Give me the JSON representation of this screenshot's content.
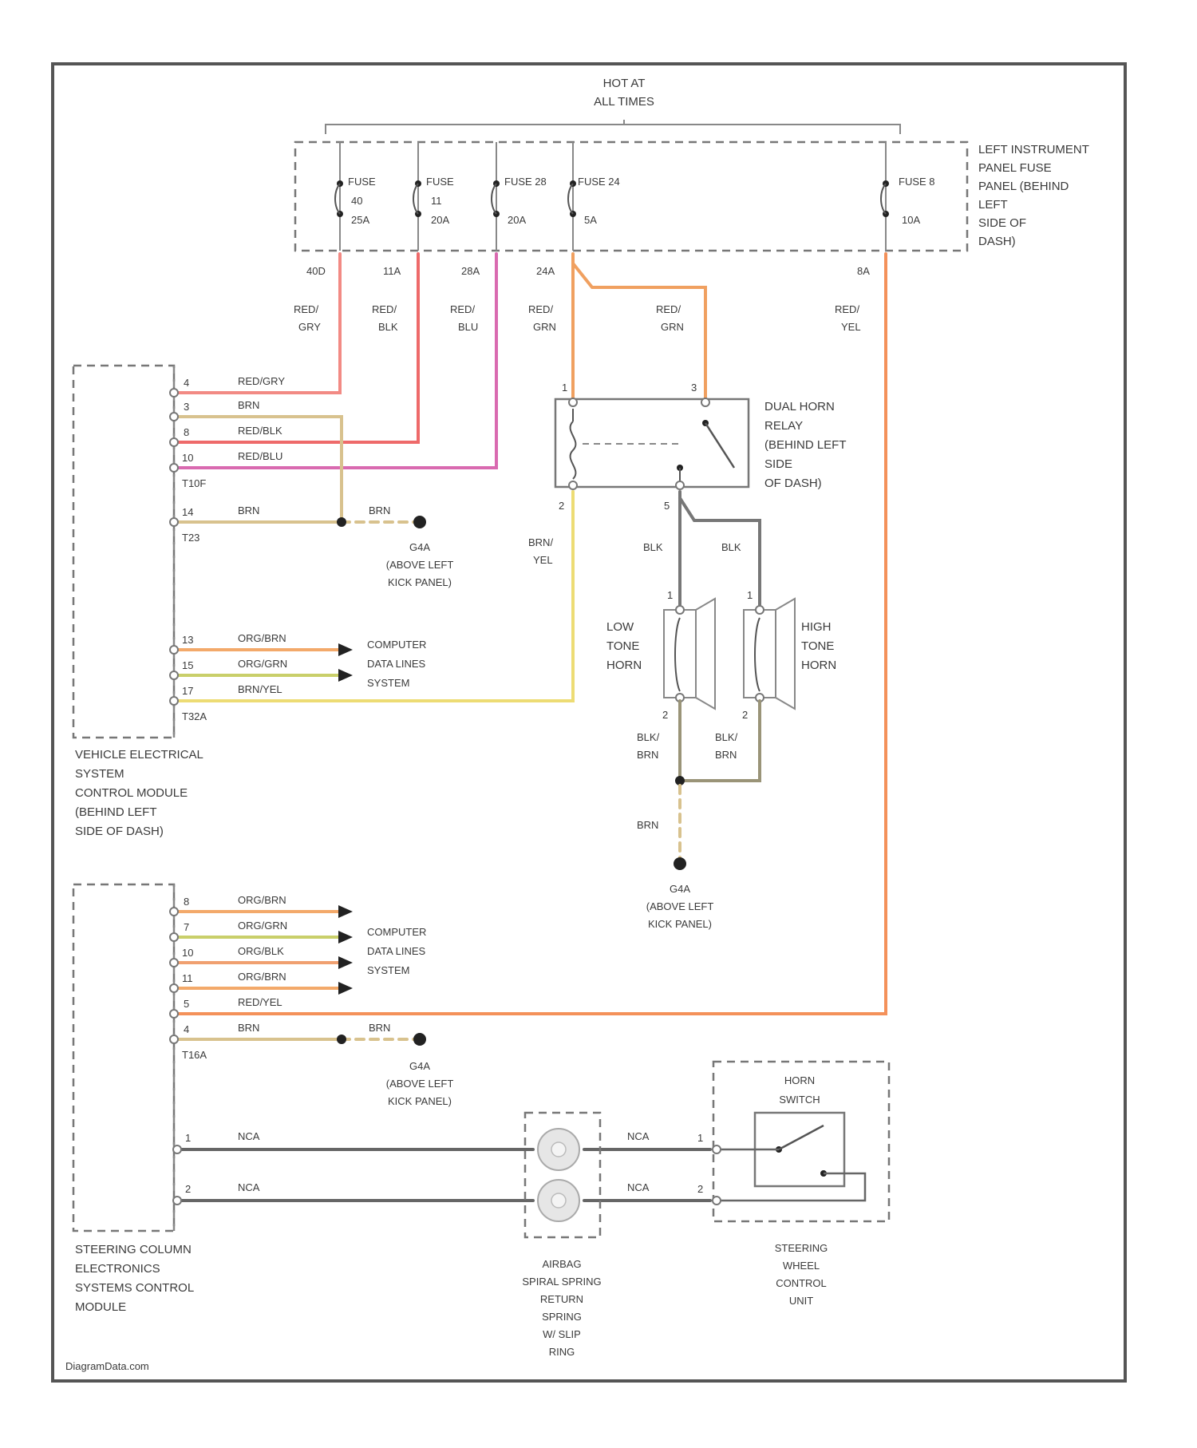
{
  "header": {
    "hot_label": [
      "HOT AT",
      "ALL TIMES"
    ]
  },
  "fuse_panel": {
    "label": [
      "LEFT INSTRUMENT",
      "PANEL FUSE",
      "PANEL (BEHIND",
      "LEFT",
      "SIDE OF",
      "DASH)"
    ],
    "fuses": [
      {
        "name": "FUSE",
        "number": "40",
        "rating": "25A",
        "terminal": "40D"
      },
      {
        "name": "FUSE",
        "number": "11",
        "rating": "20A",
        "terminal": "11A"
      },
      {
        "name": "FUSE 28",
        "number": "",
        "rating": "20A",
        "terminal": "28A"
      },
      {
        "name": "FUSE 24",
        "number": "",
        "rating": "5A",
        "terminal": "24A"
      },
      {
        "name": "FUSE 8",
        "number": "",
        "rating": "10A",
        "terminal": "8A"
      }
    ]
  },
  "wire_labels": {
    "fuse40": [
      "RED/",
      "GRY"
    ],
    "fuse11": [
      "RED/",
      "BLK"
    ],
    "fuse28": [
      "RED/",
      "BLU"
    ],
    "fuse24": [
      "RED/",
      "GRN"
    ],
    "fuse24b": [
      "RED/",
      "GRN"
    ],
    "fuse8": [
      "RED/",
      "YEL"
    ],
    "relay_out": [
      "BRN/",
      "YEL"
    ],
    "horn_feed_1": "BLK",
    "horn_feed_2": "BLK",
    "horn_gnd_1": [
      "BLK/",
      "BRN"
    ],
    "horn_gnd_2": [
      "BLK/",
      "BRN"
    ],
    "gnd_brn": "BRN"
  },
  "vesc": {
    "label": [
      "VEHICLE ELECTRICAL",
      "SYSTEM",
      "CONTROL MODULE",
      "(BEHIND LEFT",
      "SIDE OF DASH)"
    ],
    "pins_top": [
      {
        "pin": "4",
        "wire": "RED/GRY"
      },
      {
        "pin": "3",
        "wire": "BRN"
      },
      {
        "pin": "8",
        "wire": "RED/BLK"
      },
      {
        "pin": "10",
        "wire": "RED/BLU"
      }
    ],
    "conn_top": "T10F",
    "pins_mid": [
      {
        "pin": "14",
        "wire": "BRN"
      }
    ],
    "conn_mid": "T23",
    "pins_low": [
      {
        "pin": "13",
        "wire": "ORG/BRN"
      },
      {
        "pin": "15",
        "wire": "ORG/GRN"
      },
      {
        "pin": "17",
        "wire": "BRN/YEL"
      }
    ],
    "conn_low": "T32A"
  },
  "ground_g1": {
    "wire": "BRN",
    "label": [
      "G4A",
      "(ABOVE LEFT",
      "KICK PANEL)"
    ]
  },
  "ground_g2": {
    "label": [
      "G4A",
      "(ABOVE LEFT",
      "KICK PANEL)"
    ]
  },
  "ground_g3": {
    "wire": "BRN",
    "label": [
      "G4A",
      "(ABOVE LEFT",
      "KICK PANEL)"
    ]
  },
  "data_lines_1": [
    "COMPUTER",
    "DATA LINES",
    "SYSTEM"
  ],
  "data_lines_2": [
    "COMPUTER",
    "DATA LINES",
    "SYSTEM"
  ],
  "relay": {
    "label": [
      "DUAL HORN",
      "RELAY",
      "(BEHIND LEFT",
      "SIDE",
      "OF DASH)"
    ],
    "pins": [
      "1",
      "3",
      "2",
      "5"
    ]
  },
  "horns": {
    "low": [
      "LOW",
      "TONE",
      "HORN"
    ],
    "high": [
      "HIGH",
      "TONE",
      "HORN"
    ],
    "pins": [
      "1",
      "1",
      "2",
      "2"
    ]
  },
  "sccm": {
    "label": [
      "STEERING COLUMN",
      "ELECTRONICS",
      "SYSTEMS CONTROL",
      "MODULE"
    ],
    "pins": [
      {
        "pin": "8",
        "wire": "ORG/BRN"
      },
      {
        "pin": "7",
        "wire": "ORG/GRN"
      },
      {
        "pin": "10",
        "wire": "ORG/BLK"
      },
      {
        "pin": "11",
        "wire": "ORG/BRN"
      },
      {
        "pin": "5",
        "wire": "RED/YEL"
      },
      {
        "pin": "4",
        "wire": "BRN"
      }
    ],
    "conn": "T16A",
    "nca_pins": [
      {
        "pin": "1",
        "wire": "NCA"
      },
      {
        "pin": "2",
        "wire": "NCA"
      }
    ]
  },
  "clockspring": {
    "label": [
      "AIRBAG",
      "SPIRAL SPRING",
      "RETURN",
      "SPRING",
      "W/ SLIP",
      "RING"
    ],
    "out_wires": [
      "NCA",
      "NCA"
    ],
    "out_pins": [
      "1",
      "2"
    ]
  },
  "steering_unit": {
    "switch_label": [
      "HORN",
      "SWITCH"
    ],
    "label": [
      "STEERING",
      "WHEEL",
      "CONTROL",
      "UNIT"
    ]
  },
  "watermark": "DiagramData.com",
  "colors": {
    "red_gry": "#f28a84",
    "red_blk": "#ee6a6a",
    "red_blu": "#d96ab0",
    "red_grn": "#f0a060",
    "red_yel": "#f4915a",
    "brn": "#d8c28e",
    "brn_yel": "#eddc74",
    "org_brn": "#f3a96a",
    "org_grn": "#c9cf6a",
    "org_blk": "#f0a070",
    "blk": "#777777",
    "blk_brn": "#9a9478",
    "nca": "#666666"
  }
}
